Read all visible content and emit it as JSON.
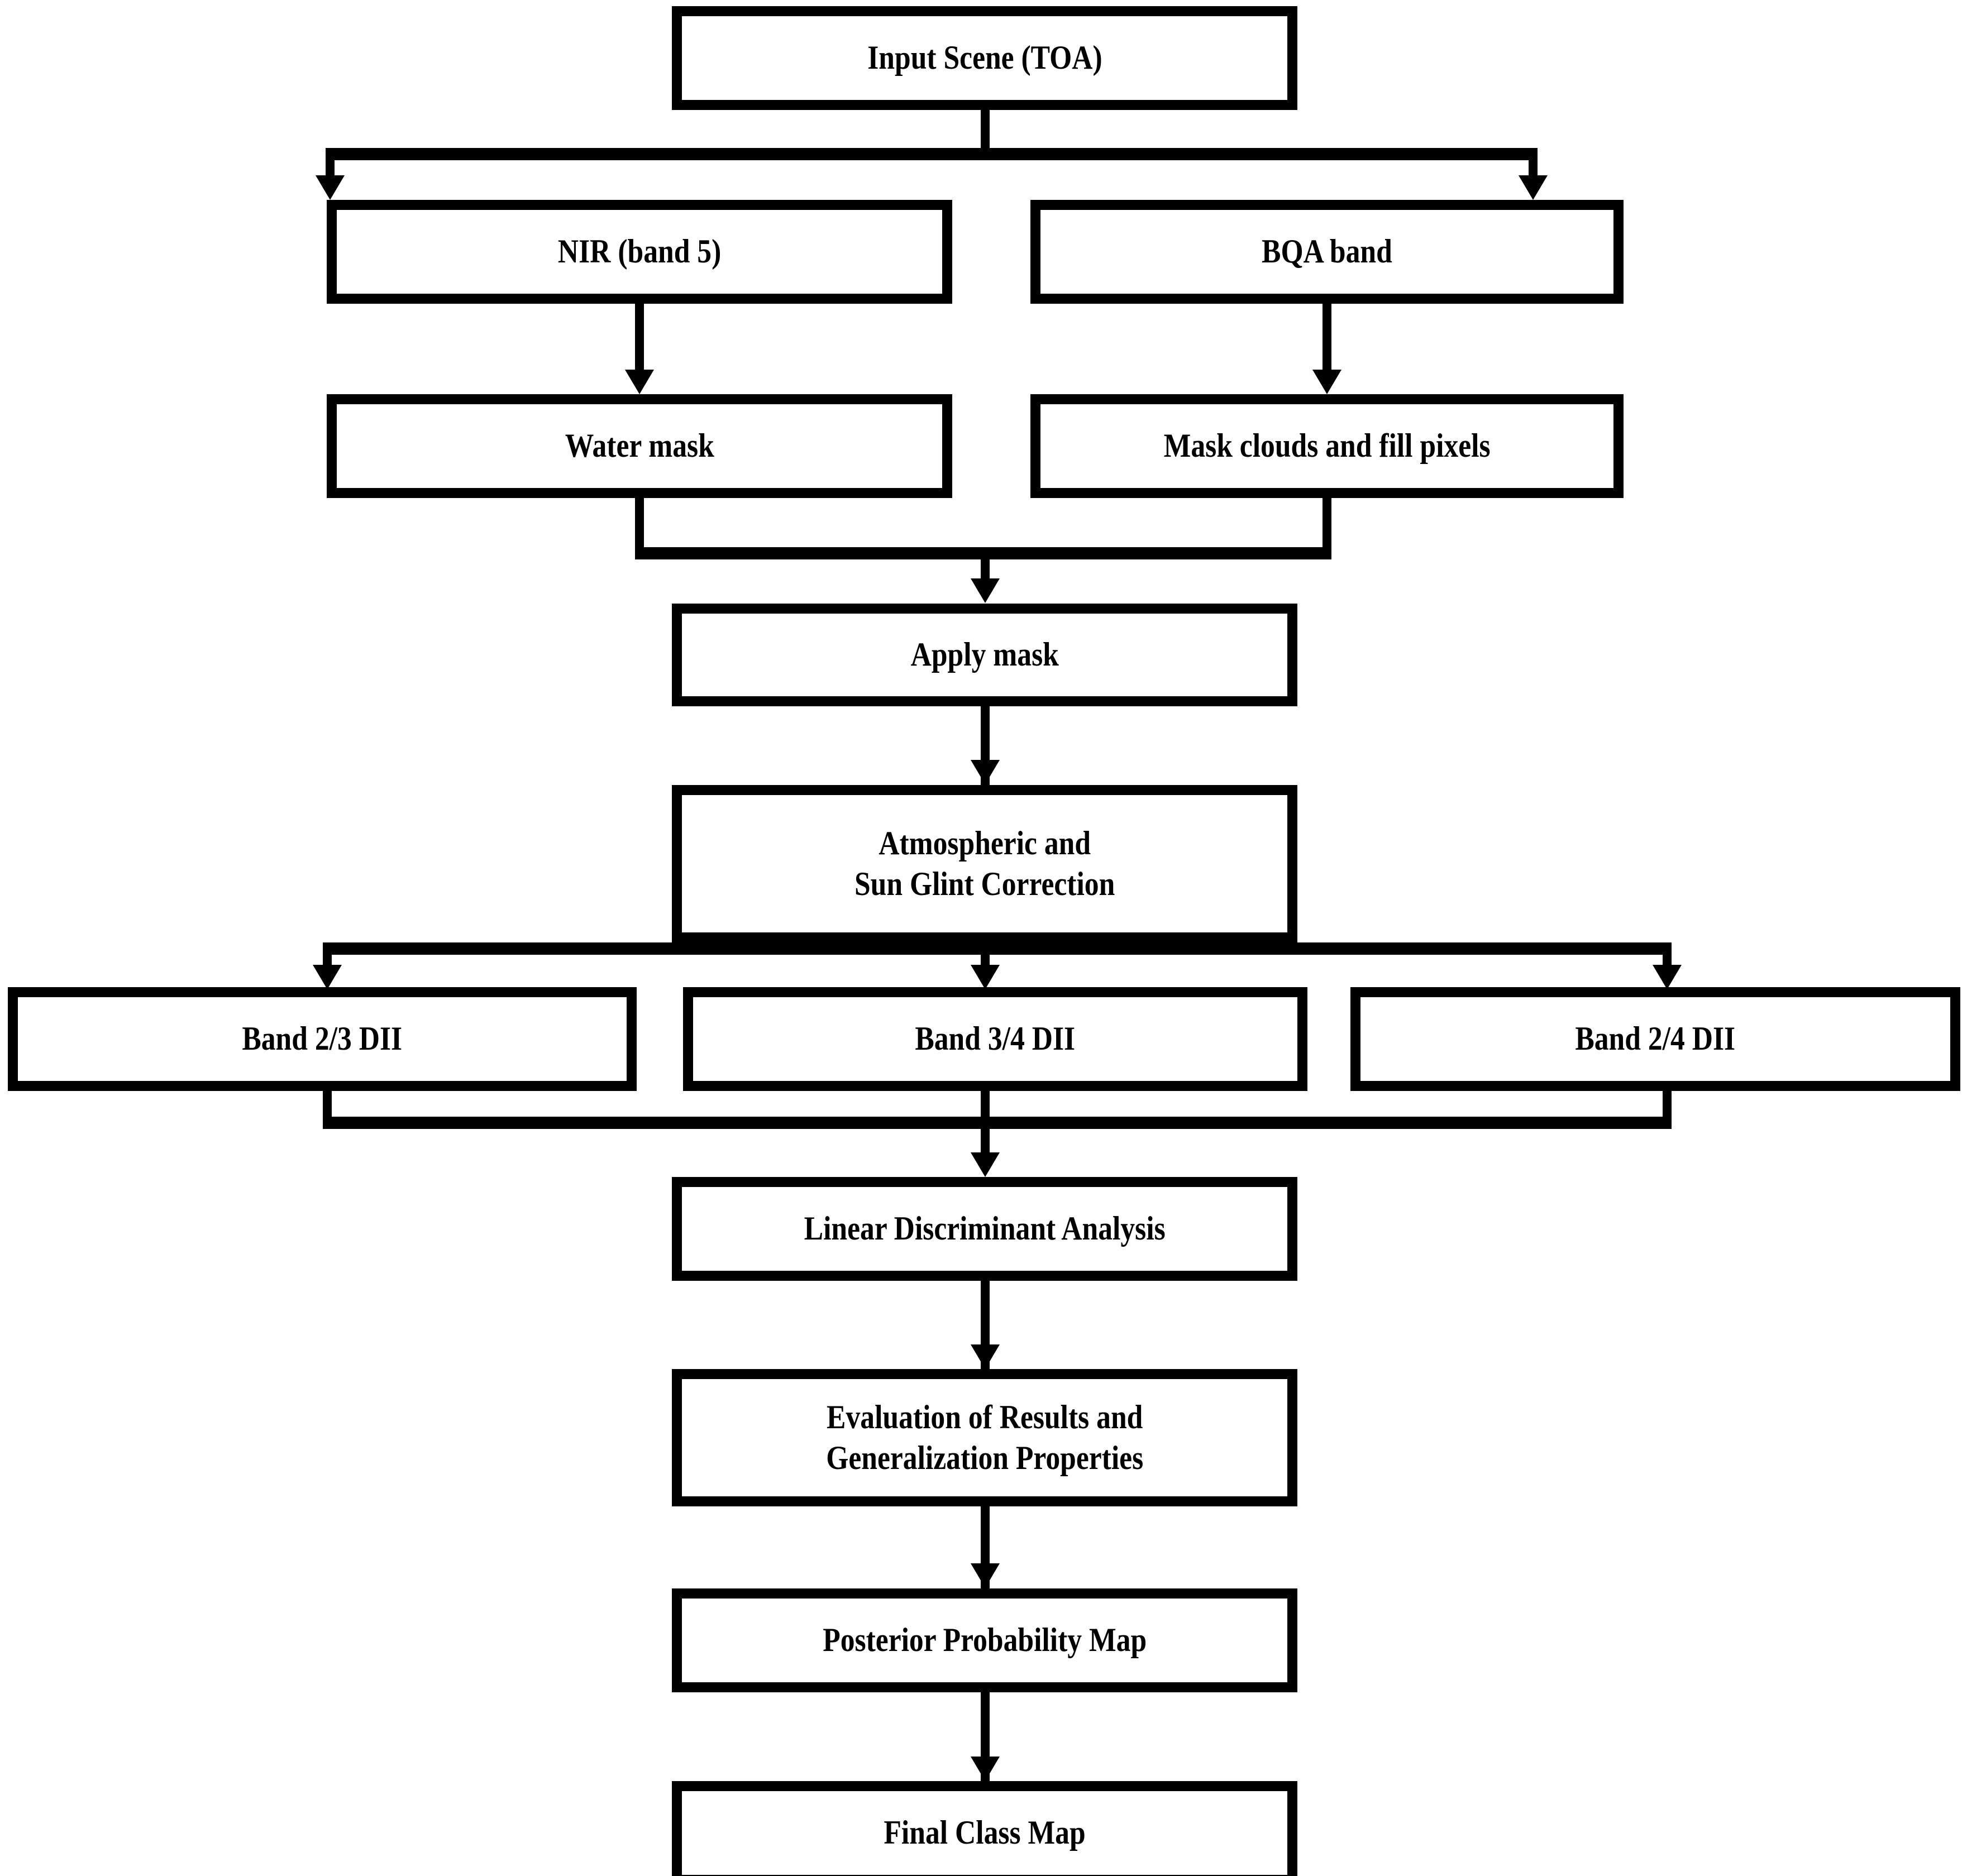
{
  "diagram": {
    "type": "flowchart",
    "orientation": "top-to-bottom",
    "title_text": "",
    "colors": {
      "box_border": "#000000",
      "box_fill": "#ffffff",
      "connector": "#000000",
      "text": "#000000",
      "background": "#ffffff"
    },
    "nodes": [
      {
        "id": "input-scene",
        "label": "Input Scene (TOA)"
      },
      {
        "id": "nir-band5",
        "label": "NIR (band 5)"
      },
      {
        "id": "bqa-band",
        "label": "BQA band"
      },
      {
        "id": "water-mask",
        "label": "Water mask"
      },
      {
        "id": "mask-clouds-fill",
        "label": "Mask clouds and fill pixels"
      },
      {
        "id": "apply-mask",
        "label": "Apply mask"
      },
      {
        "id": "atmospheric-sunglint",
        "label": "Atmospheric and\nSun Glint Correction"
      },
      {
        "id": "band-23-dii",
        "label": "Band 2/3 DII"
      },
      {
        "id": "band-34-dii",
        "label": "Band 3/4 DII"
      },
      {
        "id": "band-24-dii",
        "label": "Band 2/4 DII"
      },
      {
        "id": "linear-discriminant",
        "label": "Linear Discriminant Analysis"
      },
      {
        "id": "evaluation-results",
        "label": "Evaluation of Results and\nGeneralization Properties"
      },
      {
        "id": "posterior-probability",
        "label": "Posterior Probability Map"
      },
      {
        "id": "final-class-map",
        "label": "Final Class Map"
      }
    ],
    "edges": [
      {
        "from": "input-scene",
        "to": "nir-band5",
        "style": "split-arrow"
      },
      {
        "from": "input-scene",
        "to": "bqa-band",
        "style": "split-arrow"
      },
      {
        "from": "nir-band5",
        "to": "water-mask",
        "style": "arrow"
      },
      {
        "from": "bqa-band",
        "to": "mask-clouds-fill",
        "style": "arrow"
      },
      {
        "from": "water-mask",
        "to": "apply-mask",
        "style": "merge-arrow"
      },
      {
        "from": "mask-clouds-fill",
        "to": "apply-mask",
        "style": "merge-arrow"
      },
      {
        "from": "apply-mask",
        "to": "atmospheric-sunglint",
        "style": "arrow"
      },
      {
        "from": "atmospheric-sunglint",
        "to": "band-23-dii",
        "style": "split-arrow"
      },
      {
        "from": "atmospheric-sunglint",
        "to": "band-34-dii",
        "style": "split-arrow"
      },
      {
        "from": "atmospheric-sunglint",
        "to": "band-24-dii",
        "style": "split-arrow"
      },
      {
        "from": "band-23-dii",
        "to": "linear-discriminant",
        "style": "merge-arrow"
      },
      {
        "from": "band-34-dii",
        "to": "linear-discriminant",
        "style": "merge-arrow"
      },
      {
        "from": "band-24-dii",
        "to": "linear-discriminant",
        "style": "merge-arrow"
      },
      {
        "from": "linear-discriminant",
        "to": "evaluation-results",
        "style": "arrow"
      },
      {
        "from": "evaluation-results",
        "to": "posterior-probability",
        "style": "arrow"
      },
      {
        "from": "posterior-probability",
        "to": "final-class-map",
        "style": "arrow"
      }
    ]
  }
}
